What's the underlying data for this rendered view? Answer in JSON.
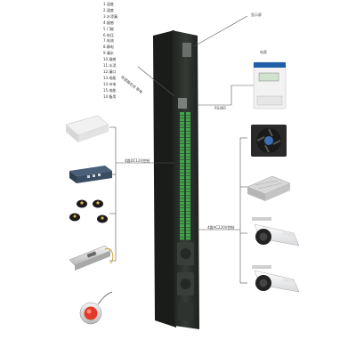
{
  "sensor_list": [
    "1.温度",
    "2.湿度",
    "3.水浸漏",
    "4.烟感",
    "5.门磁",
    "6.电压",
    "7.电流",
    "8.静电",
    "9.漏水",
    "10.烟感",
    "11.水浸",
    "12.漏口",
    "13.电能",
    "14.市电",
    "15.电能",
    "14.备用"
  ],
  "labels": {
    "sensor_bus": "传感器总线 带电",
    "display": "显示屏",
    "meter": "电表",
    "rs485": "RS485",
    "dc12v": "4路DC12V控制",
    "ac220v": "4路AC220V控制"
  },
  "colors": {
    "rack_body": "#2b2f2b",
    "terminal_green": "#3fa84a",
    "meter_blue": "#1f5fa8",
    "alarm_red": "#e23a2a",
    "line": "#555555"
  }
}
